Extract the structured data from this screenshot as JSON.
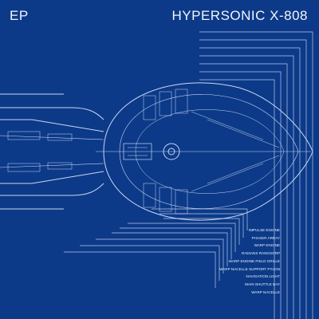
{
  "title": "EP",
  "artist": "HYPERSONIC X-808",
  "legend": [
    "IMPULSE ENGINE",
    "PHASER ARRAY",
    "WARP ENGINE",
    "RADIANS RANGSORP",
    "WARP ENGINE FIELD GRILLE",
    "WARP NACELLE SUPPORT PYLON",
    "NAVIGATION LIGHT",
    "MAIN SHUTTLE BAY",
    "WARP NACELLE"
  ],
  "colors": {
    "background": "#0c3a88",
    "line": "#c9d6f5",
    "text": "#f2f5ff"
  }
}
